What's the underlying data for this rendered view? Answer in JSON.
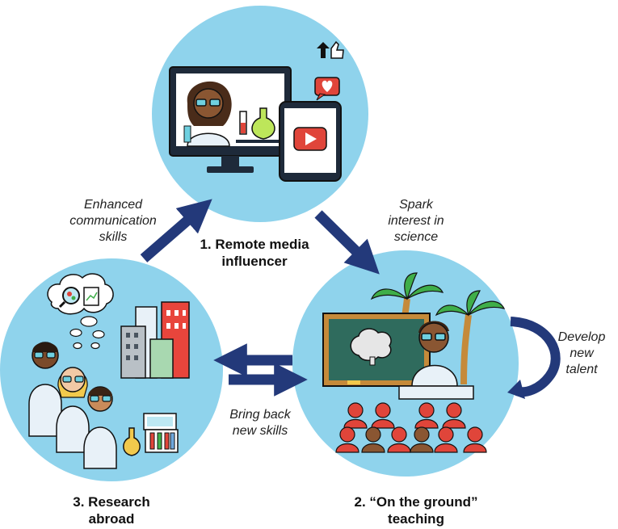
{
  "colors": {
    "circle": "#8fd3ec",
    "arrow": "#23397a",
    "outline": "#111111",
    "skin_dark": "#7a4a2a",
    "skin_mid": "#c98b5a",
    "coat": "#e8f1f8",
    "red": "#e0453a",
    "building_red": "#e8453c",
    "building_grey": "#b9c0c6",
    "board": "#2f6b5d",
    "palm": "#3fae49",
    "trunk": "#c58a3a"
  },
  "nodes": {
    "media": {
      "label_lines": [
        "1. Remote media",
        "influencer"
      ]
    },
    "teaching": {
      "label_lines": [
        "2. “On the ground”",
        "teaching"
      ]
    },
    "research": {
      "label_lines": [
        "3. Research",
        "abroad"
      ]
    }
  },
  "edges": {
    "communication": {
      "label_lines": [
        "Enhanced",
        "communication",
        "skills"
      ]
    },
    "spark": {
      "label_lines": [
        "Spark",
        "interest in",
        "science"
      ]
    },
    "bring_back": {
      "label_lines": [
        "Bring back",
        "new skills"
      ]
    },
    "develop": {
      "label_lines": [
        "Develop",
        "new",
        "talent"
      ]
    }
  },
  "icons": {
    "media": [
      "computer-monitor-icon",
      "scientist-icon",
      "lab-flask-icon",
      "tablet-icon",
      "youtube-play-icon",
      "thumbs-up-icon",
      "heart-icon"
    ],
    "teaching": [
      "chalkboard-icon",
      "brain-icon",
      "teacher-icon",
      "palm-tree-icon",
      "student-audience-icon"
    ],
    "research": [
      "thought-bubble-icon",
      "magnifier-icon",
      "document-icon",
      "scientist-group-icon",
      "city-buildings-icon",
      "lab-equipment-icon"
    ]
  }
}
